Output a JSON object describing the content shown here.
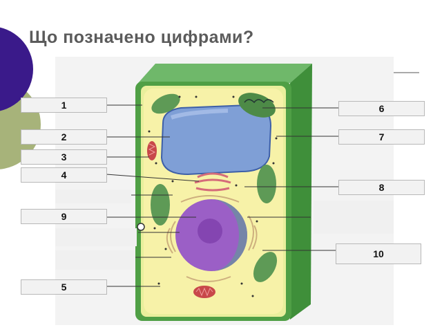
{
  "title": "Що позначено цифрами?",
  "labels": {
    "n1": "1",
    "n2": "2",
    "n3": "3",
    "n4": "4",
    "n5": "5",
    "n6": "6",
    "n7": "7",
    "n8": "8",
    "n9": "9",
    "n10": "10"
  },
  "colors": {
    "cell_wall": "#4f9f45",
    "cytoplasm": "#f7f2a8",
    "vacuole": "#7f9fd6",
    "nucleus": "#9b5fc6",
    "chloroplast": "#5e9a56",
    "decor_circle": "#3a1a8a",
    "decor_circle_outer": "#a7b37a"
  }
}
